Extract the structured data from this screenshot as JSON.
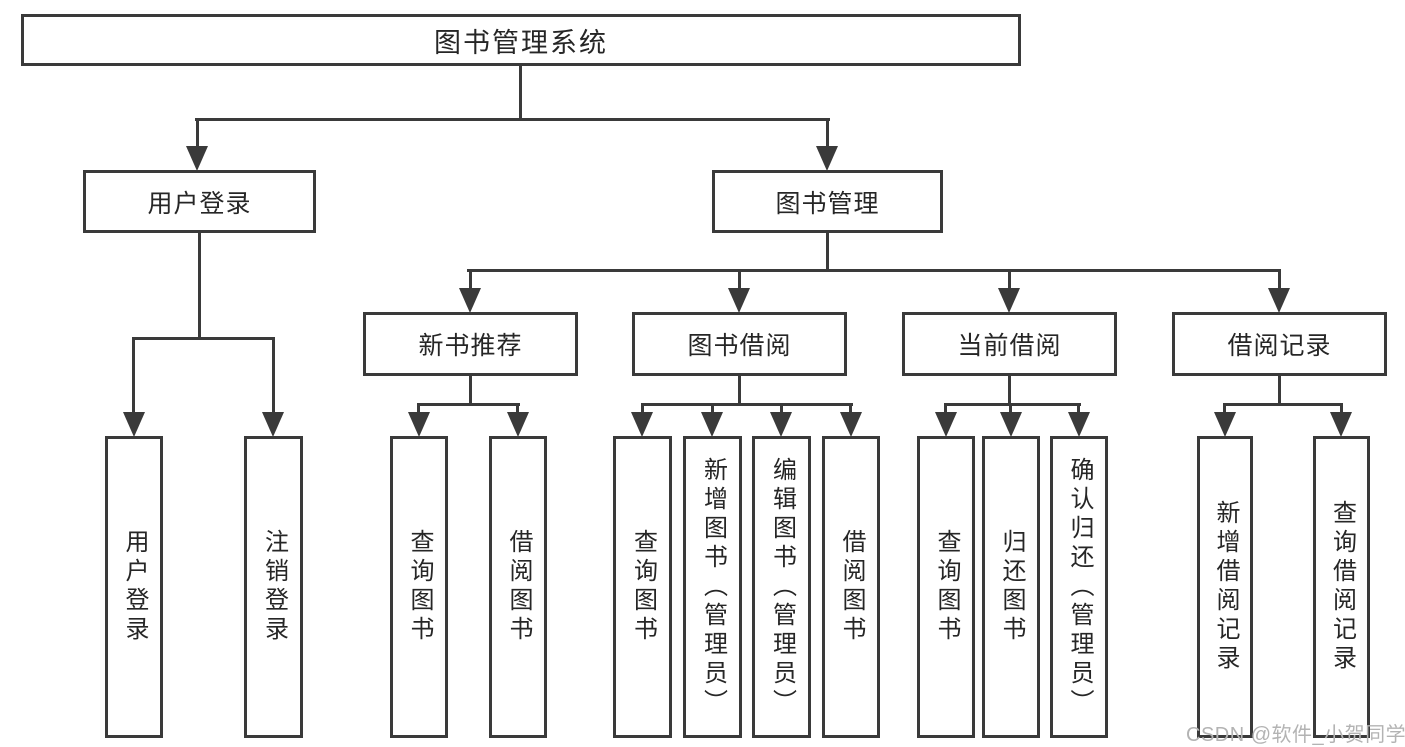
{
  "diagram": {
    "root": "图书管理系统",
    "level2": {
      "user_login": "用户登录",
      "book_mgmt": "图书管理"
    },
    "level3": {
      "new_book_rec": "新书推荐",
      "book_borrow": "图书借阅",
      "current_borrow": "当前借阅",
      "borrow_record": "借阅记录"
    },
    "leaves": {
      "user_login": "用户登录",
      "logout": "注销登录",
      "query_book_1": "查询图书",
      "borrow_book_1": "借阅图书",
      "query_book_2": "查询图书",
      "add_book_admin": "新增图书（管理员）",
      "edit_book_admin": "编辑图书（管理员）",
      "borrow_book_2": "借阅图书",
      "query_book_3": "查询图书",
      "return_book": "归还图书",
      "confirm_return_admin": "确认归还（管理员）",
      "add_borrow_record": "新增借阅记录",
      "query_borrow_record": "查询借阅记录"
    }
  },
  "watermark": "CSDN @软件_小贺同学",
  "colors": {
    "line": "#3a3a3a",
    "text": "#262626",
    "watermark": "#b3b3b3",
    "background": "#ffffff"
  }
}
